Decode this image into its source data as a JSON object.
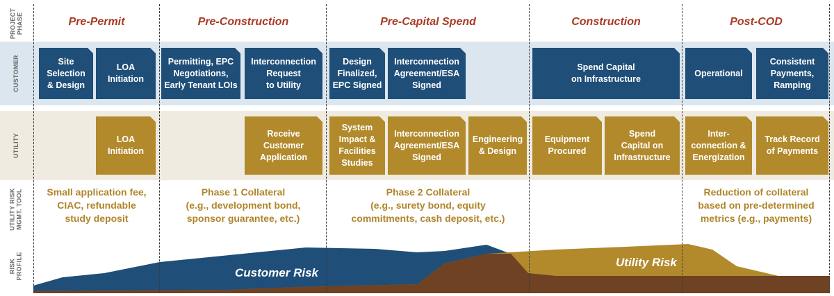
{
  "row_labels": {
    "project_phase": "PROJECT\nPHASE",
    "customer": "CUSTOMER",
    "utility": "UTILITY",
    "risk_tool": "UTILITY RISK\nMGMT. TOOL",
    "risk_profile": "RISK\nPROFILE"
  },
  "phases": [
    "Pre-Permit",
    "Pre-Construction",
    "Pre-Capital Spend",
    "Construction",
    "Post-COD"
  ],
  "customer_boxes": [
    "Site\nSelection\n& Design",
    "LOA\nInitiation",
    "Permitting, EPC\nNegotiations,\nEarly Tenant LOIs",
    "Interconnection\nRequest\nto Utility",
    "Design\nFinalized,\nEPC Signed",
    "Interconnection\nAgreement/ESA\nSigned",
    "Spend Capital\non Infrastructure",
    "Operational",
    "Consistent\nPayments,\nRamping"
  ],
  "utility_boxes": [
    "LOA\nInitiation",
    "Receive\nCustomer\nApplication",
    "System\nImpact &\nFacilities\nStudies",
    "Interconnection\nAgreement/ESA\nSigned",
    "Engineering\n& Design",
    "Equipment\nProcured",
    "Spend\nCapital on\nInfrastructure",
    "Inter-\nconnection &\nEnergization",
    "Track Record\nof Payments"
  ],
  "risk_tools": [
    "Small application fee,\nCIAC, refundable\nstudy deposit",
    "Phase 1 Collateral\n(e.g., development bond,\nsponsor guarantee, etc.)",
    "Phase 2 Collateral\n(e.g., surety bond, equity\ncommitments, cash deposit, etc.)",
    "Reduction of collateral\nbased on pre-determined\nmetrics (e.g., payments)"
  ],
  "risk_profile": {
    "customer_label": "Customer Risk",
    "utility_label": "Utility Risk"
  },
  "colors": {
    "customer": "#1f4e79",
    "utility": "#b28a2c",
    "phase_title": "#a93a24",
    "overlap": "#6e4223",
    "customer_band": "#dce6ee",
    "utility_band": "#efebe1"
  }
}
